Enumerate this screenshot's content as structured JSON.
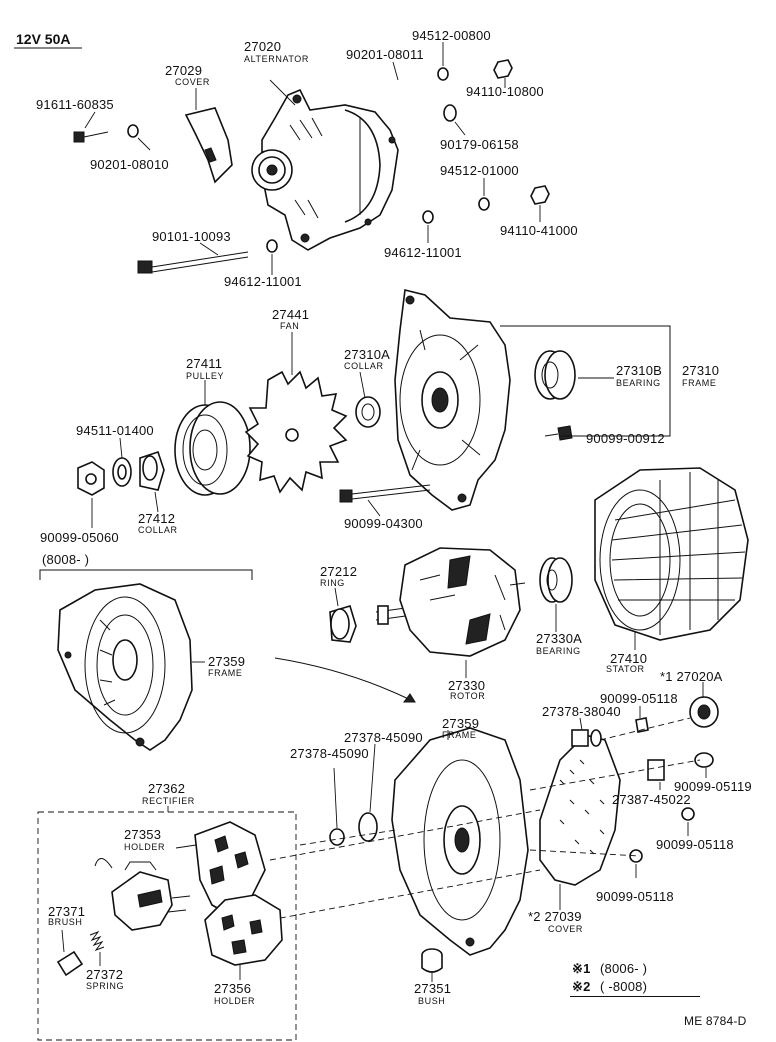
{
  "spec_label": "12V 50A",
  "footer_code": "ME 8784-D",
  "parts": [
    {
      "id": "p27020",
      "number": "27020",
      "name": "ALTERNATOR"
    },
    {
      "id": "p27029",
      "number": "27029",
      "name": "COVER"
    },
    {
      "id": "p91611",
      "number": "91611-60835",
      "name": ""
    },
    {
      "id": "p90201a",
      "number": "90201-08010",
      "name": ""
    },
    {
      "id": "p90201b",
      "number": "90201-08011",
      "name": ""
    },
    {
      "id": "p94512a",
      "number": "94512-00800",
      "name": ""
    },
    {
      "id": "p94110a",
      "number": "94110-10800",
      "name": ""
    },
    {
      "id": "p90179",
      "number": "90179-06158",
      "name": ""
    },
    {
      "id": "p94512b",
      "number": "94512-01000",
      "name": ""
    },
    {
      "id": "p94110b",
      "number": "94110-41000",
      "name": ""
    },
    {
      "id": "p90101",
      "number": "90101-10093",
      "name": ""
    },
    {
      "id": "p94612a",
      "number": "94612-11001",
      "name": ""
    },
    {
      "id": "p94612b",
      "number": "94612-11001",
      "name": ""
    },
    {
      "id": "p27441",
      "number": "27441",
      "name": "FAN"
    },
    {
      "id": "p27411",
      "number": "27411",
      "name": "PULLEY"
    },
    {
      "id": "p27310A",
      "number": "27310A",
      "name": "COLLAR"
    },
    {
      "id": "p27310B",
      "number": "27310B",
      "name": "BEARING"
    },
    {
      "id": "p27310",
      "number": "27310",
      "name": "FRAME"
    },
    {
      "id": "p94511",
      "number": "94511-01400",
      "name": ""
    },
    {
      "id": "p90099a",
      "number": "90099-00912",
      "name": ""
    },
    {
      "id": "p90099b",
      "number": "90099-05060",
      "name": ""
    },
    {
      "id": "p27412",
      "number": "27412",
      "name": "COLLAR"
    },
    {
      "id": "p90099c",
      "number": "90099-04300",
      "name": ""
    },
    {
      "id": "p27212",
      "number": "27212",
      "name": "RING"
    },
    {
      "id": "p27330A",
      "number": "27330A",
      "name": "BEARING"
    },
    {
      "id": "p27410",
      "number": "27410",
      "name": "STATOR"
    },
    {
      "id": "p27330",
      "number": "27330",
      "name": "ROTOR"
    },
    {
      "id": "p27359a",
      "number": "27359",
      "name": "FRAME"
    },
    {
      "id": "p27020A",
      "number": "*1 27020A",
      "name": ""
    },
    {
      "id": "p90099d",
      "number": "90099-05118",
      "name": ""
    },
    {
      "id": "p27378a",
      "number": "27378-38040",
      "name": ""
    },
    {
      "id": "p27359b",
      "number": "27359",
      "name": "FRAME"
    },
    {
      "id": "p27378b",
      "number": "27378-45090",
      "name": ""
    },
    {
      "id": "p27378c",
      "number": "27378-45090",
      "name": ""
    },
    {
      "id": "p90099e",
      "number": "90099-05119",
      "name": ""
    },
    {
      "id": "p27387",
      "number": "27387-45022",
      "name": ""
    },
    {
      "id": "p27362",
      "number": "27362",
      "name": "RECTIFIER"
    },
    {
      "id": "p27353",
      "number": "27353",
      "name": "HOLDER"
    },
    {
      "id": "p90099f",
      "number": "90099-05118",
      "name": ""
    },
    {
      "id": "p90099g",
      "number": "90099-05118",
      "name": ""
    },
    {
      "id": "p27371",
      "number": "27371",
      "name": "BRUSH"
    },
    {
      "id": "p27039",
      "number": "*2 27039",
      "name": "COVER"
    },
    {
      "id": "p27372",
      "number": "27372",
      "name": "SPRING"
    },
    {
      "id": "p27351",
      "number": "27351",
      "name": "BUSH"
    },
    {
      "id": "p27356",
      "number": "27356",
      "name": "HOLDER"
    }
  ],
  "date_range": "(8008-         )",
  "notes": [
    {
      "mark": "※1",
      "text": "(8006-          )"
    },
    {
      "mark": "※2",
      "text": "(          -8008)"
    }
  ]
}
